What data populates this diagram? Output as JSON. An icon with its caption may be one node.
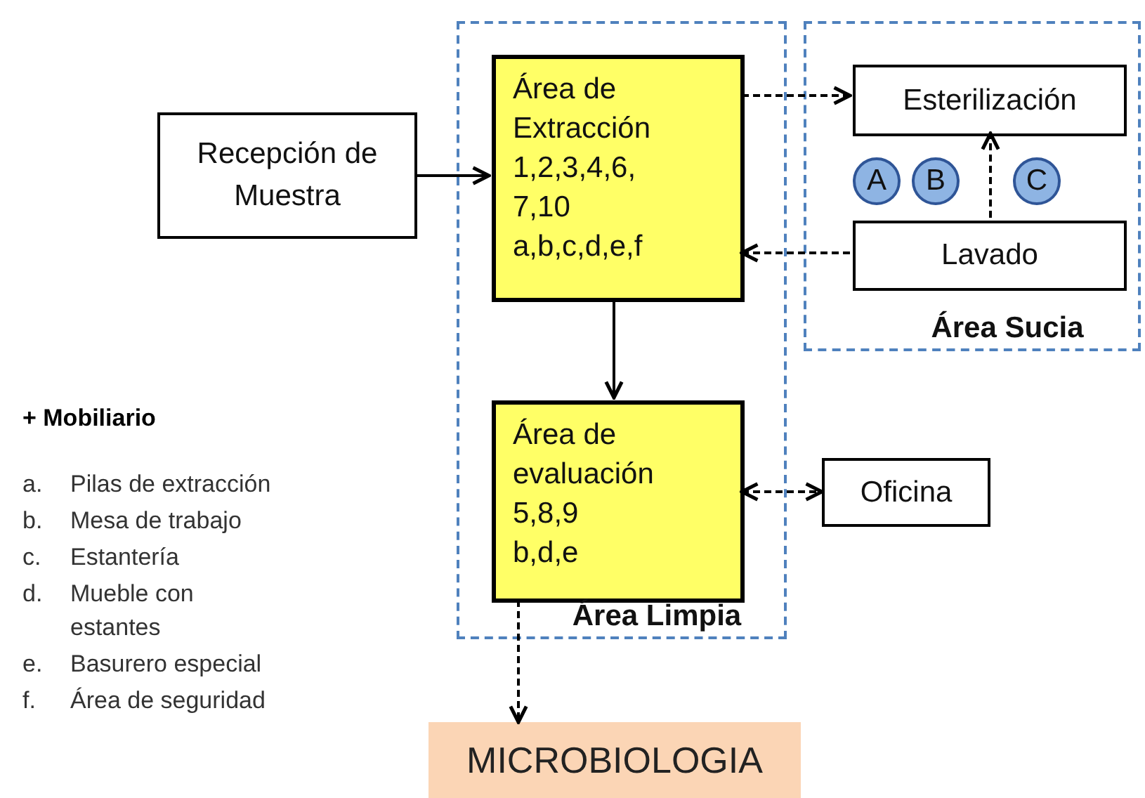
{
  "diagram": {
    "nodes": [
      {
        "text": [
          "Recepción de Muestra"
        ]
      },
      {
        "text": [
          "Área Limpia"
        ]
      },
      {
        "text": [
          "Área de Extracción",
          "1,2,3,4,6, 7,10",
          "a,b,c,d,e,f"
        ],
        "in": 1
      },
      {
        "text": [
          "Área  de evaluación",
          "5,8,9",
          "b,d,e"
        ],
        "in": 1
      },
      {
        "text": [
          "Área Sucia"
        ]
      },
      {
        "text": [
          "Esterilización"
        ],
        "in": 4
      },
      {
        "text": [
          "Lavado"
        ],
        "in": 4
      },
      {
        "text": [
          "A"
        ],
        "in": 4
      },
      {
        "text": [
          "B"
        ],
        "in": 4
      },
      {
        "text": [
          "C"
        ],
        "in": 4
      },
      {
        "text": [
          "Oficina"
        ]
      },
      {
        "text": [
          "MICROBIOLOGIA"
        ]
      }
    ],
    "edges": [
      {
        "from": 0,
        "to": 2,
        "arrow": "to"
      },
      {
        "from": 2,
        "to": 5,
        "arrow": "to",
        "style": "dashed"
      },
      {
        "from": 6,
        "to": 2,
        "arrow": "to",
        "style": "dashed"
      },
      {
        "from": 6,
        "to": 5,
        "arrow": "to",
        "style": "dashed"
      },
      {
        "from": 2,
        "to": 3,
        "arrow": "to"
      },
      {
        "from": 3,
        "to": 10,
        "arrow": "both",
        "style": "dashed"
      },
      {
        "from": 3,
        "to": 11,
        "arrow": "to",
        "style": "dashed"
      }
    ],
    "labels": [
      "+ Mobiliario",
      "a.",
      "Pilas de extracción",
      "b.",
      "Mesa de trabajo",
      "c.",
      "Estantería",
      "d.",
      "Mueble  con estantes",
      "e.",
      "Basurero  especial",
      "f.",
      "Área de seguridad"
    ]
  }
}
